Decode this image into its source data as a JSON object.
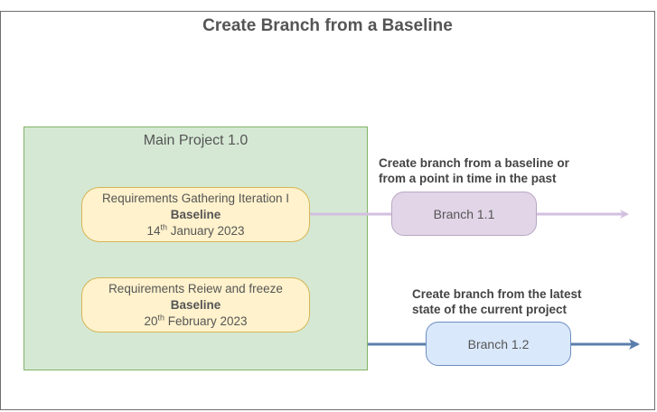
{
  "title": "Create Branch from a Baseline",
  "main_project": {
    "label": "Main Project 1.0"
  },
  "baselines": [
    {
      "name": "Requirements Gathering Iteration I",
      "tag": "Baseline",
      "day": "14",
      "suffix": "th",
      "date_rest": " January 2023"
    },
    {
      "name": "Requirements Reiew and freeze",
      "tag": "Baseline",
      "day": "20",
      "suffix": "th",
      "date_rest": " February 2023"
    }
  ],
  "branches": [
    {
      "label": "Branch 1.1"
    },
    {
      "label": "Branch 1.2"
    }
  ],
  "notes": [
    {
      "line1": "Create branch from a baseline or",
      "line2": "from a point in time in the past"
    },
    {
      "line1": "Create branch from the latest",
      "line2": "state of the current project"
    }
  ],
  "colors": {
    "arrow_past": "#d3bfe0",
    "arrow_latest": "#5b7fad",
    "project_fill": "#d5e8d4",
    "baseline_fill": "#fff2cc"
  }
}
